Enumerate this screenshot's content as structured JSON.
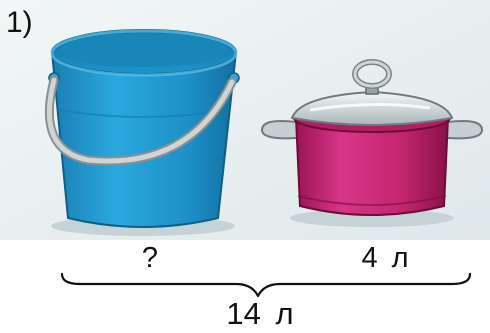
{
  "problem": {
    "number_label": "1)",
    "bucket_label": "?",
    "pot_label": "4 л",
    "total_label": "14 л"
  },
  "icons": {
    "bucket": "bucket-icon",
    "pot": "cooking-pot-icon",
    "brace": "curly-brace-icon"
  },
  "colors": {
    "background": "#e6eef0",
    "bucket": "#1f9bd0",
    "pot": "#c3266e"
  }
}
